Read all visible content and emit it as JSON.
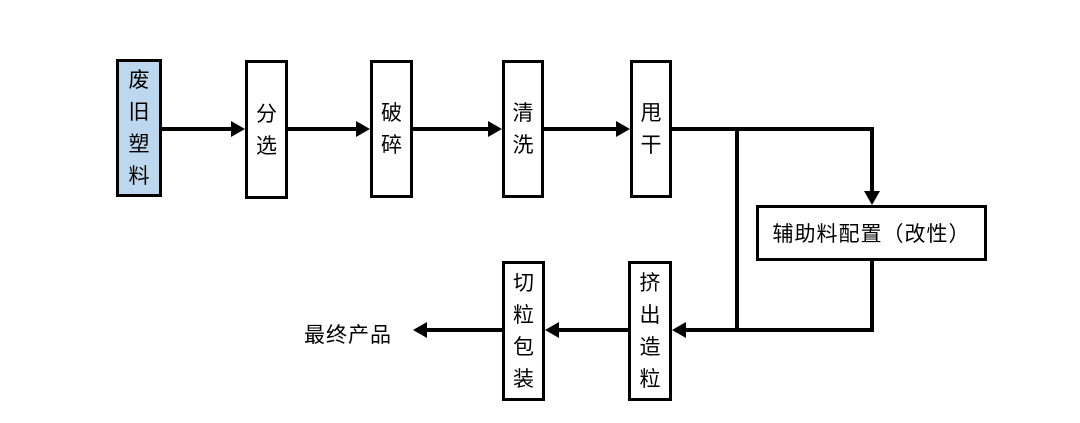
{
  "nodes": {
    "waste_plastic": {
      "label": "废旧塑料"
    },
    "sorting": {
      "label": "分选"
    },
    "crushing": {
      "label": "破碎"
    },
    "washing": {
      "label": "清洗"
    },
    "spin_dry": {
      "label": "甩干"
    },
    "auxiliary_config": {
      "label": "辅助料配置（改性）"
    },
    "extrusion_pelletizing": {
      "label": "挤出造粒"
    },
    "pellet_cutting_packaging": {
      "label": "切粒包装"
    },
    "final_product": {
      "label": "最终产品"
    }
  },
  "colors": {
    "start_node_fill": "#bdd7ee",
    "node_fill": "#ffffff",
    "line": "#000000",
    "box_border": "#000000",
    "background": "#ffffff"
  }
}
